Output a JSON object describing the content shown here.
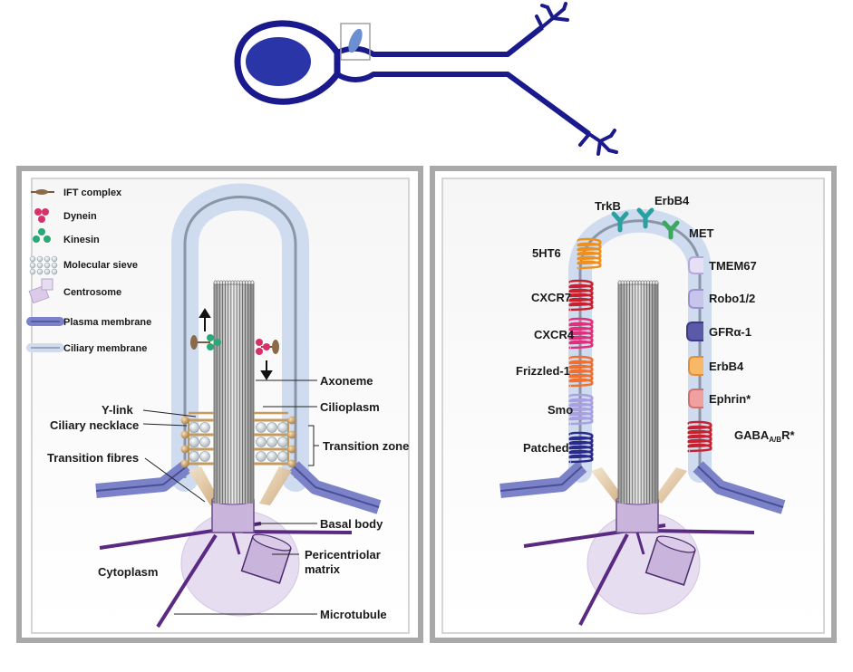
{
  "legend": {
    "ift": "IFT complex",
    "dynein": "Dynein",
    "kinesin": "Kinesin",
    "sieve": "Molecular sieve",
    "centrosome": "Centrosome",
    "plasma": "Plasma membrane",
    "ciliary": "Ciliary membrane"
  },
  "left_panel": {
    "axoneme": "Axoneme",
    "ciliplasm": "Cilioplasm",
    "transition_zone": "Transition zone",
    "basal_body": "Basal body",
    "pericentriolar_1": "Pericentriolar",
    "pericentriolar_2": "matrix",
    "microtubule": "Microtubule",
    "cytoplasm": "Cytoplasm",
    "y_link": "Y-link",
    "ciliary_necklace": "Ciliary necklace",
    "transition_fibres": "Transition fibres"
  },
  "right_panel": {
    "receptors_left": [
      "5HT6",
      "CXCR7",
      "CXCR4",
      "Frizzled-1",
      "Smo",
      "Patched"
    ],
    "receptors_top": [
      "TrkB",
      "ErbB4",
      "MET"
    ],
    "receptors_right": [
      "TMEM67",
      "Robo1/2",
      "GFRα-1",
      "ErbB4",
      "Ephrin*"
    ],
    "gaba_main": "GABA",
    "gaba_sub": "A/B",
    "gaba_tail": "R*"
  },
  "colors": {
    "neuron": "#1a1a8c",
    "nucleus": "#2a35a8",
    "cilium_marker": "#6b8fd0",
    "plasma_membrane": "#7b82c8",
    "ciliary_halo": "#cfdcef",
    "ciliary_line": "#8a96a8",
    "microtubule": "#5a2a82",
    "centrosome_fill": "#c9b4dc",
    "pcm": "#e7ddf0",
    "transition": "#c49a5e",
    "panel_border": "#a9a9a9"
  }
}
